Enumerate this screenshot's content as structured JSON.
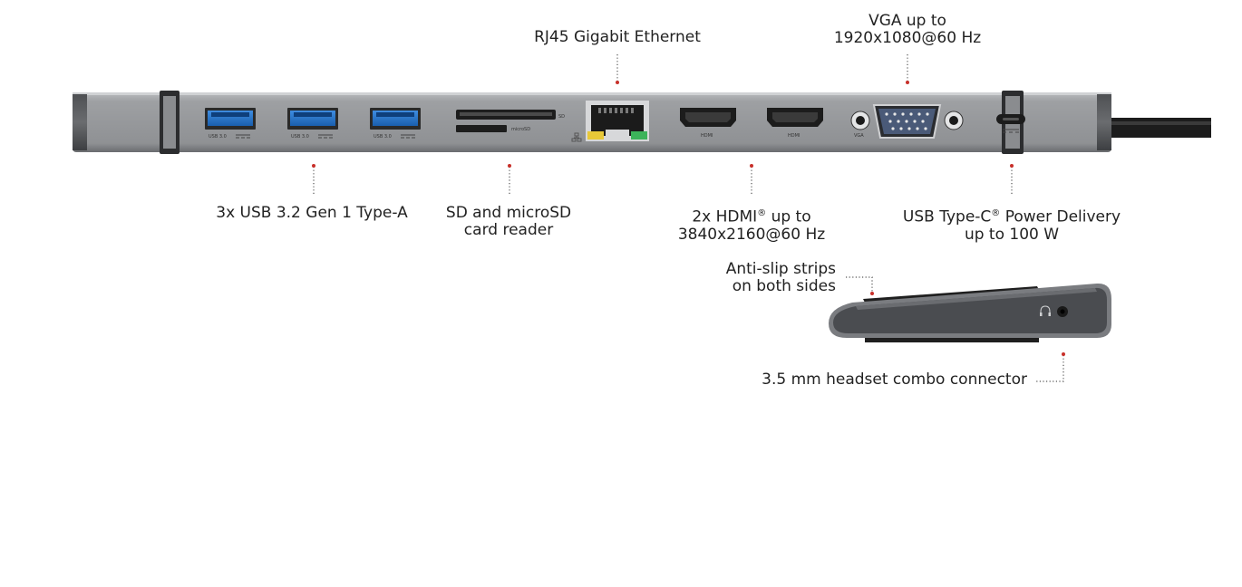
{
  "callouts": {
    "rj45": {
      "lines": [
        "RJ45 Gigabit Ethernet"
      ]
    },
    "vga": {
      "lines": [
        "VGA up to",
        "1920x1080@60 Hz"
      ]
    },
    "usb_a": {
      "lines": [
        "3x USB 3.2 Gen 1 Type-A"
      ]
    },
    "sd_reader": {
      "lines": [
        "SD and microSD",
        "card reader"
      ]
    },
    "hdmi": {
      "line1_prefix": "2x HDMI",
      "line1_mark": "®",
      "line1_suffix": " up to",
      "line2": "3840x2160@60 Hz"
    },
    "usb_c": {
      "line1_prefix": "USB Type-C",
      "line1_mark": "®",
      "line1_suffix": " Power Delivery",
      "line2": "up to 100 W"
    },
    "anti_slip": {
      "lines": [
        "Anti-slip strips",
        "on both sides"
      ]
    },
    "headset": {
      "lines": [
        "3.5 mm headset combo connector"
      ]
    }
  },
  "port_markings": {
    "usb_port_label": "USB 3.0",
    "sd_label": "SD",
    "microsd_label": "microSD",
    "hdmi_label": "HDMI",
    "vga_label": "VGA"
  },
  "colors": {
    "housing": "#9a9c9f",
    "housing_dark": "#6f7174",
    "usb_blue": "#1f6fc4",
    "leader_red": "#c8302a",
    "led_yellow": "#e8c838",
    "led_green": "#3cb35a"
  }
}
